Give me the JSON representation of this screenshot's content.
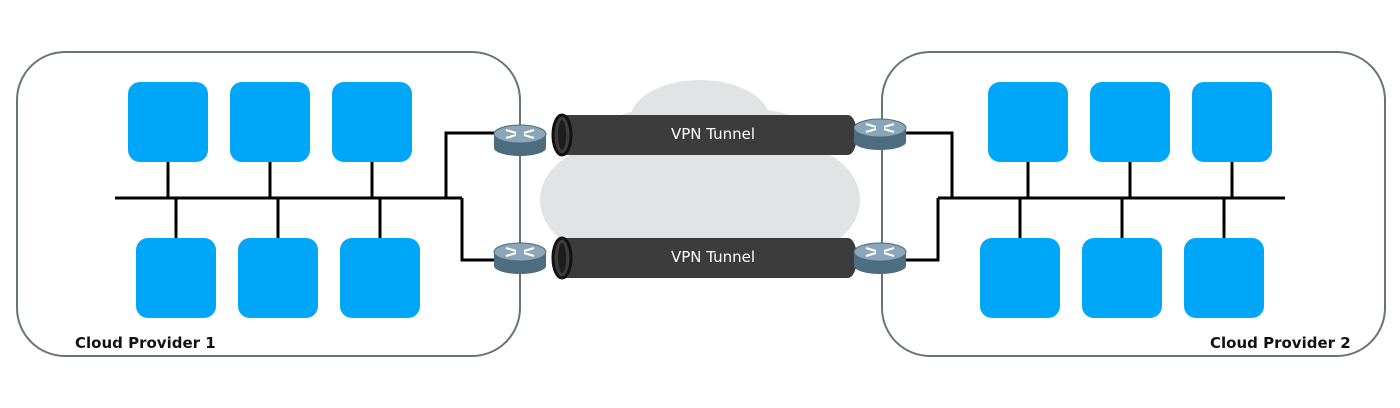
{
  "providers": [
    {
      "label": "Cloud Provider 1"
    },
    {
      "label": "Cloud Provider 2"
    }
  ],
  "tunnels": [
    {
      "label": "VPN Tunnel"
    },
    {
      "label": "VPN Tunnel"
    }
  ],
  "colors": {
    "node": "#00a6f8",
    "tunnel": "#3c3c3c",
    "router": "#6f8fa3",
    "container_border": "#6a7378",
    "background_cloud": "#e1e3e5",
    "bus": "#000000"
  },
  "icons": {
    "router": "router-icon",
    "internet": "internet-cloud-icon"
  }
}
